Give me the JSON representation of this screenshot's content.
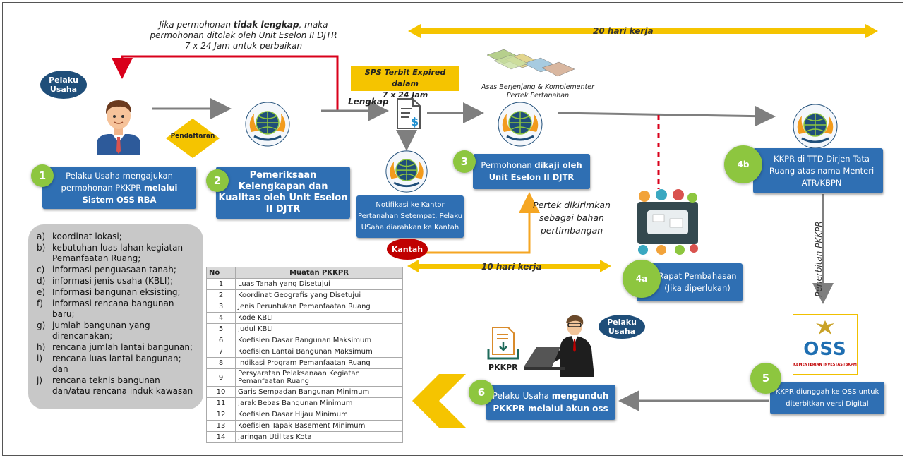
{
  "top_note": {
    "line1_pre": "Jika permohonan ",
    "line1_bold": "tidak lengkap",
    "line1_post": ", maka",
    "line2": "permohonan ditolak oleh Unit Eselon II DJTR",
    "line3": "7 x 24 Jam untuk perbaikan"
  },
  "days_20": "20 hari kerja",
  "days_10": "10 hari kerja",
  "pelaku_usaha_top": "Pelaku Usaha",
  "pelaku_usaha_bottom": "Pelaku Usaha",
  "pendaftaran": "Pendaftaran",
  "lengkap": "Lengkap",
  "sps_note": {
    "line1": "SPS Terbit Expired  dalam",
    "line2": "7 x 24 Jam"
  },
  "asas_note": {
    "line1": "Asas Berjenjang & Komplementer",
    "line2": "Pertek Pertanahan"
  },
  "pertek_note": {
    "line1": "Pertek dikirimkan",
    "line2": "sebagai bahan",
    "line3": "pertimbangan"
  },
  "penerbitan": "Penerbitan PKKPR",
  "kantah": "Kantah",
  "pkkpr_doc_label": "PKKPR",
  "steps": {
    "s1": {
      "num": "1",
      "line1": "Pelaku Usaha mengajukan",
      "line2_pre": "permohonan PKKPR ",
      "line2_bold": "melalui",
      "line3_bold": "Sistem OSS RBA"
    },
    "s2": {
      "num": "2",
      "line1": "Pemeriksaan",
      "line2": "Kelengkapan dan",
      "line3": "Kualitas oleh Unit Eselon",
      "line4": "II DJTR"
    },
    "s3": {
      "num": "3",
      "line1_pre": "Permohonan ",
      "line1_bold": "dikaji oleh",
      "line2": "Unit Eselon II DJTR"
    },
    "notif": {
      "line1": "Notifikasi ke Kantor",
      "line2": "Pertanahan Setempat, Pelaku",
      "line3": "USaha diarahkan ke Kantah"
    },
    "s4a": {
      "num": "4a",
      "line1": "Rapat Pembahasan",
      "line2": "(Jika diperlukan)"
    },
    "s4b": {
      "num": "4b",
      "line1": "KKPR di TTD  Dirjen Tata",
      "line2": "Ruang atas nama Menteri",
      "line3": "ATR/KBPN"
    },
    "s5": {
      "num": "5",
      "line1": "KKPR diunggah ke OSS untuk",
      "line2": "diterbitkan versi Digital"
    },
    "s6": {
      "num": "6",
      "line1_pre": "Pelaku Usaha ",
      "line1_bold": "mengunduh",
      "line2": "PKKPR  melalui akun oss"
    }
  },
  "requirements": [
    {
      "key": "a)",
      "text": "koordinat lokasi;"
    },
    {
      "key": "b)",
      "text": "kebutuhan luas lahan kegiatan Pemanfaatan Ruang;"
    },
    {
      "key": "c)",
      "text": "informasi penguasaan tanah;"
    },
    {
      "key": "d)",
      "text": "informasi jenis usaha (KBLI);"
    },
    {
      "key": "e)",
      "text": "Informasi bangunan eksisting;"
    },
    {
      "key": "f)",
      "text": "informasi rencana bangunan baru;"
    },
    {
      "key": "g)",
      "text": "jumlah bangunan yang direncanakan;"
    },
    {
      "key": "h)",
      "text": "rencana jumlah lantai bangunan;"
    },
    {
      "key": "i)",
      "text": "rencana luas lantai bangunan; dan"
    },
    {
      "key": "j)",
      "text": "rencana teknis bangunan dan/atau rencana induk kawasan"
    }
  ],
  "muatan_table": {
    "headers": [
      "No",
      "Muatan PKKPR"
    ],
    "rows": [
      [
        "1",
        "Luas Tanah yang Disetujui"
      ],
      [
        "2",
        "Koordinat Geografis yang Disetujui"
      ],
      [
        "3",
        "Jenis Peruntukan Pemanfaatan Ruang"
      ],
      [
        "4",
        "Kode KBLI"
      ],
      [
        "5",
        "Judul KBLI"
      ],
      [
        "6",
        "Koefisien Dasar Bangunan Maksimum"
      ],
      [
        "7",
        "Koefisien Lantai Bangunan Maksimum"
      ],
      [
        "8",
        "Indikasi Program Pemanfaatan Ruang"
      ],
      [
        "9",
        "Persyaratan Pelaksanaan Kegiatan Pemanfaatan Ruang"
      ],
      [
        "10",
        "Garis Sempadan Bangunan Minimum"
      ],
      [
        "11",
        "Jarak Bebas Bangunan Minimum"
      ],
      [
        "12",
        "Koefisien Dasar Hijau Minimum"
      ],
      [
        "13",
        "Koefisien Tapak Basement Minimum"
      ],
      [
        "14",
        "Jaringan Utilitas Kota"
      ]
    ]
  },
  "oss_logo": {
    "text": "OSS",
    "subtext": "KEMENTERIAN INVESTASI/BKPM"
  },
  "colors": {
    "blue_box": "#2f6fb3",
    "green_circle": "#8dc63f",
    "navy_oval": "#1f4e79",
    "yellow_arrow": "#f5c400",
    "red_line": "#d9001b",
    "orange_arrow": "#f5a623",
    "kantah_red": "#c00000"
  },
  "icons": [
    "atr-bpn-logo",
    "person-icon",
    "document-icon",
    "meeting-icon",
    "oss-logo",
    "map-stack-icon",
    "download-document-icon",
    "businessman-laptop-icon"
  ]
}
